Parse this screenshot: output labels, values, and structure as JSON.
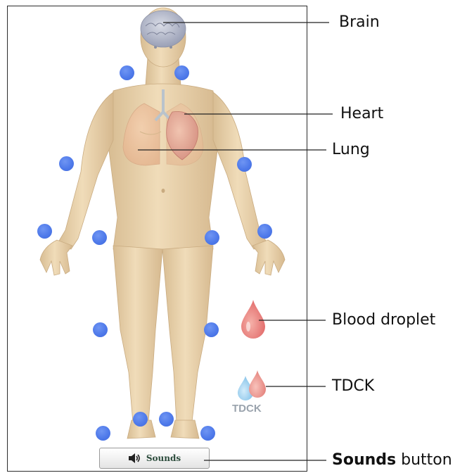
{
  "labels": {
    "brain": "Brain",
    "heart": "Heart",
    "lung": "Lung",
    "blood_droplet": "Blood droplet",
    "tdck": "TDCK",
    "sounds_bold": "Sounds",
    "sounds_rest": " button"
  },
  "sounds_button": {
    "label": "Sounds",
    "icon": "speaker-icon"
  },
  "tdck_logo_text": "TDCK",
  "colors": {
    "dot": "#4f7aea",
    "skin": "#e9d2ab",
    "blood": "#e26b6b",
    "droplet_blue": "#8fc6e9",
    "frame": "#2b2b2b"
  }
}
